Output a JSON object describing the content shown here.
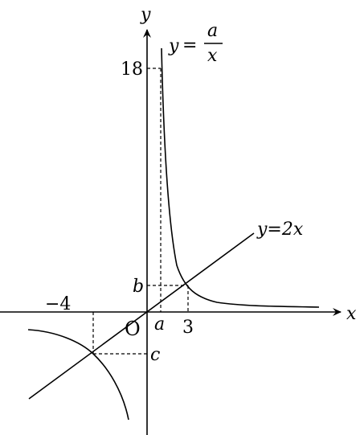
{
  "labels": {
    "y_axis": "y",
    "x_axis": "x",
    "origin": "O",
    "tick_18": "18",
    "tick_b": "b",
    "tick_c": "c",
    "tick_a": "a",
    "tick_3": "3",
    "tick_neg4": "−4",
    "hyperbola_lhs": "y",
    "hyperbola_eq": "=",
    "hyperbola_num": "a",
    "hyperbola_den": "x",
    "line_label": "y=2x"
  },
  "colors": {
    "stroke": "#000000",
    "background": "#ffffff"
  }
}
